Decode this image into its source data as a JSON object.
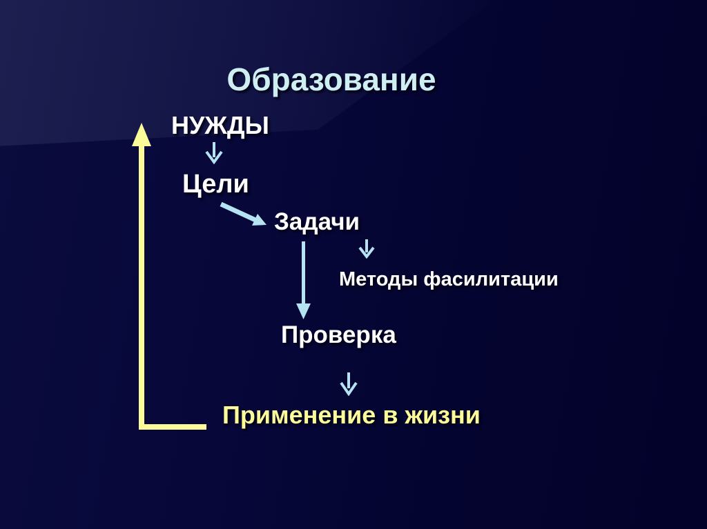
{
  "slide": {
    "title": "Образование",
    "flow": {
      "nuzhdy": "НУЖДЫ",
      "tseli": "Цели",
      "zadachi": "Задачи",
      "metody": "Методы фасилитации",
      "proverka": "Проверка",
      "primenenie": "Применение в жизни"
    },
    "icons": {
      "down_arrow": "down-arrow (thin shaft, V head, light blue)",
      "diagonal_arrow": "arrow from Цели to Задачи (down-right, light blue)",
      "vertical_arrow": "arrow from Задачи to Проверка (down, light blue)",
      "feedback_arrow": "L-shaped feedback arrow from Применение в жизни up to НУЖДЫ (yellow, arrowhead up)"
    },
    "colors": {
      "background": "#05053a",
      "title_text": "#cfeef2",
      "body_text": "#ffffff",
      "accent_yellow": "#fbfb99",
      "accent_blue": "#b5e3f2"
    }
  }
}
